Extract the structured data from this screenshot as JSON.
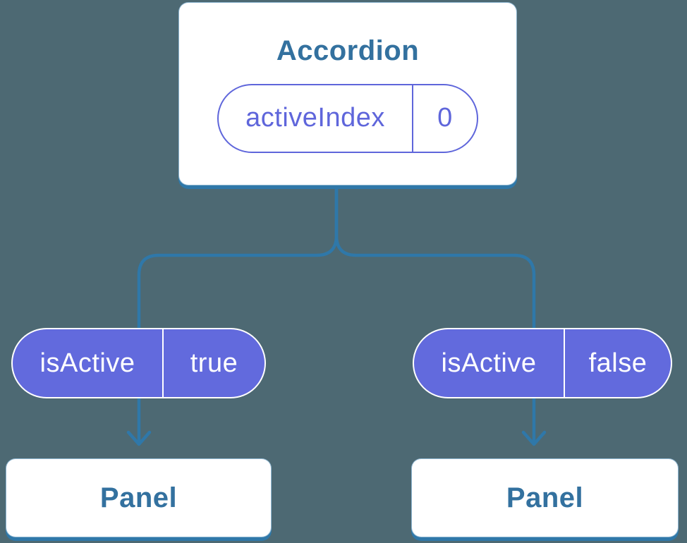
{
  "colors": {
    "background": "#4d6973",
    "connector": "#2f78a9",
    "node_text": "#33719f",
    "prop_pill_fill": "#626add",
    "prop_pill_text": "#ffffff",
    "state_accent": "#5f66db",
    "card_background": "#ffffff"
  },
  "diagram": {
    "root": {
      "title": "Accordion",
      "state": {
        "name": "activeIndex",
        "value": "0"
      }
    },
    "children": [
      {
        "prop": {
          "name": "isActive",
          "value": "true"
        },
        "title": "Panel"
      },
      {
        "prop": {
          "name": "isActive",
          "value": "false"
        },
        "title": "Panel"
      }
    ]
  }
}
